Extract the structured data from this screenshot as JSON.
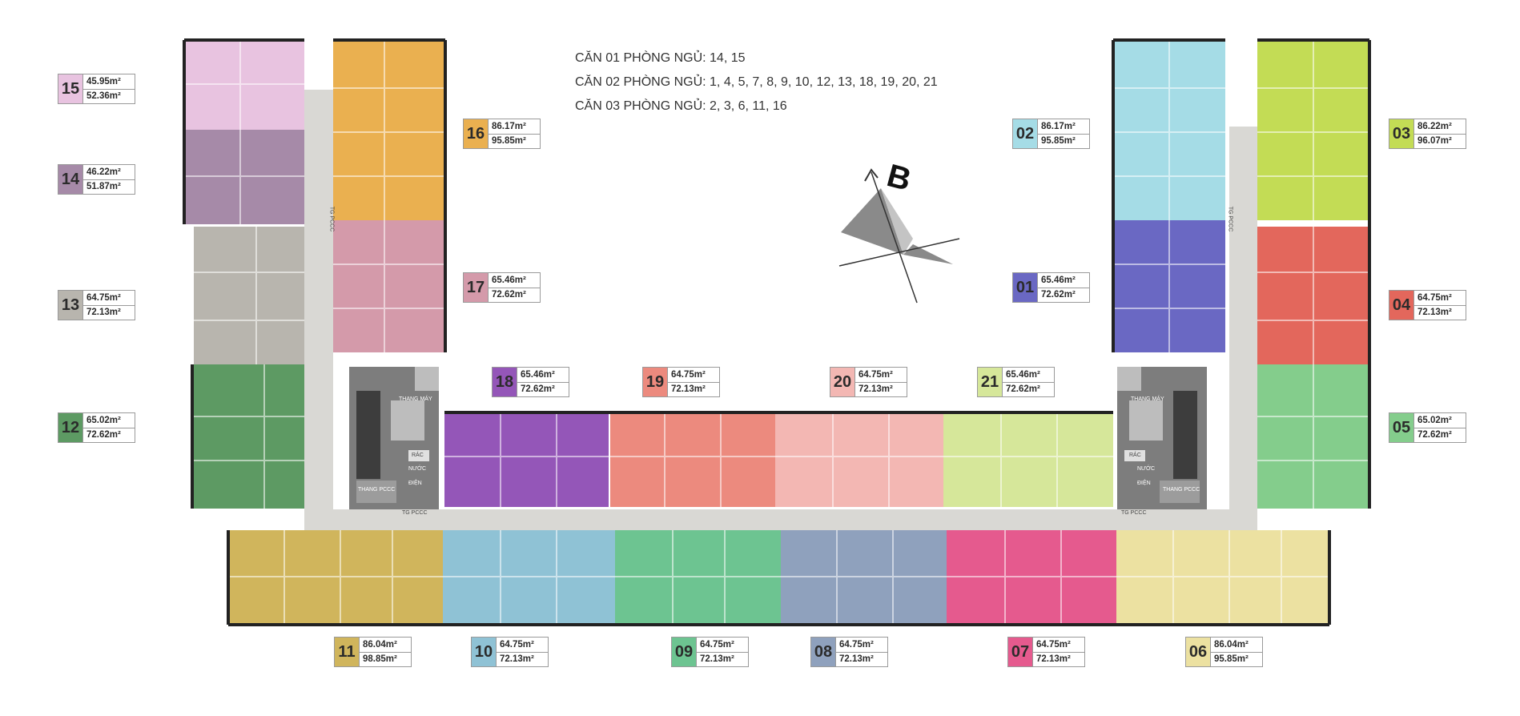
{
  "legend": {
    "line1": "CĂN 01 PHÒNG NGỦ: 14, 15",
    "line2": "CĂN 02 PHÒNG NGỦ: 1, 4, 5, 7, 8, 9, 10, 12, 13, 18, 19, 20, 21",
    "line3": "CĂN 03 PHÒNG NGỦ: 2, 3, 6, 11, 16"
  },
  "compass": {
    "letter": "B"
  },
  "units": [
    {
      "id": "15",
      "area1": "45.95m²",
      "area2": "52.36m²",
      "color": "#e8c3e0"
    },
    {
      "id": "14",
      "area1": "46.22m²",
      "area2": "51.87m²",
      "color": "#a68aa8"
    },
    {
      "id": "13",
      "area1": "64.75m²",
      "area2": "72.13m²",
      "color": "#b8b5ae"
    },
    {
      "id": "12",
      "area1": "65.02m²",
      "area2": "72.62m²",
      "color": "#5d9a63"
    },
    {
      "id": "16",
      "area1": "86.17m²",
      "area2": "95.85m²",
      "color": "#eab050"
    },
    {
      "id": "17",
      "area1": "65.46m²",
      "area2": "72.62m²",
      "color": "#d49aaa"
    },
    {
      "id": "18",
      "area1": "65.46m²",
      "area2": "72.62m²",
      "color": "#9456b8"
    },
    {
      "id": "19",
      "area1": "64.75m²",
      "area2": "72.13m²",
      "color": "#ec8a7e"
    },
    {
      "id": "20",
      "area1": "64.75m²",
      "area2": "72.13m²",
      "color": "#f3b7b3"
    },
    {
      "id": "21",
      "area1": "65.46m²",
      "area2": "72.62m²",
      "color": "#d6e79a"
    },
    {
      "id": "02",
      "area1": "86.17m²",
      "area2": "95.85m²",
      "color": "#a5dce6"
    },
    {
      "id": "01",
      "area1": "65.46m²",
      "area2": "72.62m²",
      "color": "#6a68c3"
    },
    {
      "id": "03",
      "area1": "86.22m²",
      "area2": "96.07m²",
      "color": "#c3dc55"
    },
    {
      "id": "04",
      "area1": "64.75m²",
      "area2": "72.13m²",
      "color": "#e3675c"
    },
    {
      "id": "05",
      "area1": "65.02m²",
      "area2": "72.62m²",
      "color": "#84cd8c"
    },
    {
      "id": "11",
      "area1": "86.04m²",
      "area2": "98.85m²",
      "color": "#d0b55c"
    },
    {
      "id": "10",
      "area1": "64.75m²",
      "area2": "72.13m²",
      "color": "#8fc2d5"
    },
    {
      "id": "09",
      "area1": "64.75m²",
      "area2": "72.13m²",
      "color": "#6dc491"
    },
    {
      "id": "08",
      "area1": "64.75m²",
      "area2": "72.13m²",
      "color": "#8fa1bd"
    },
    {
      "id": "07",
      "area1": "64.75m²",
      "area2": "72.13m²",
      "color": "#e55a8e"
    },
    {
      "id": "06",
      "area1": "86.04m²",
      "area2": "95.85m²",
      "color": "#ece1a1"
    }
  ],
  "core_labels": {
    "left": {
      "stair": "THANG MÁY",
      "fire_stair": "THANG PCCC",
      "trash": "RÁC",
      "room": "TG PCCC",
      "nuoc": "NƯỚC",
      "dien": "ĐIỆN",
      "side": "TG PCCC"
    },
    "right": {
      "stair": "THANG MÁY",
      "fire_stair": "THANG PCCC",
      "trash": "RÁC",
      "room": "TG PCCC",
      "nuoc": "NƯỚC",
      "dien": "ĐIỆN",
      "side": "TG PCCC"
    }
  }
}
